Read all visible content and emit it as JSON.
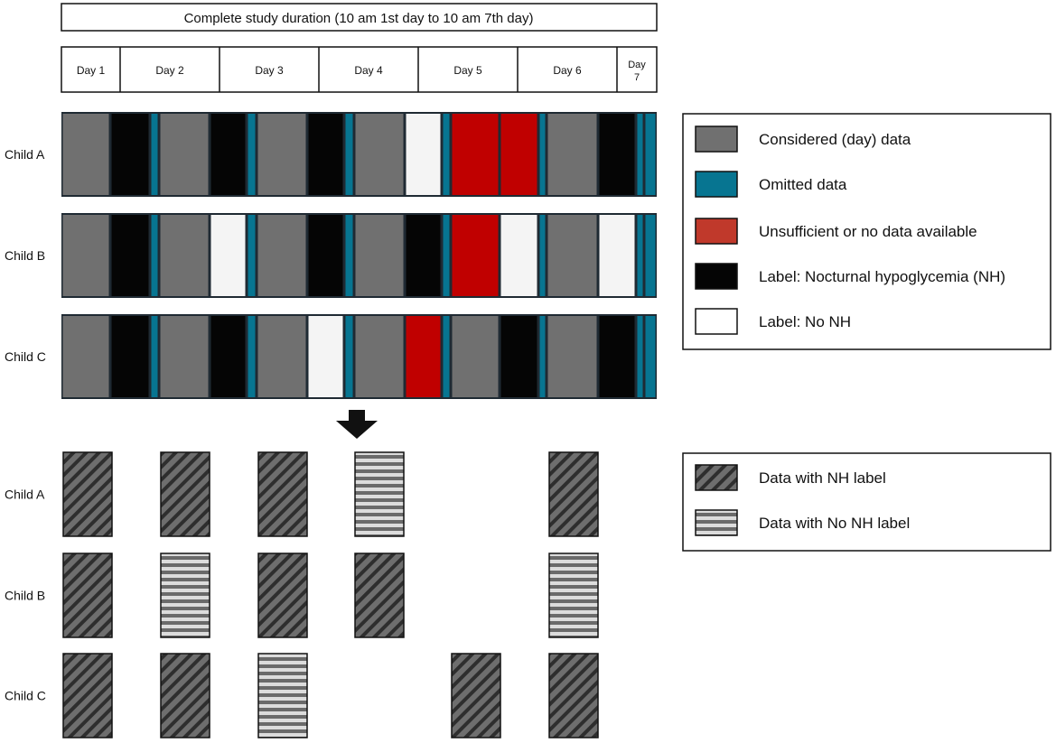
{
  "header": {
    "title": "Complete study duration (10 am 1st day to 10 am 7th day)",
    "days": [
      "Day 1",
      "Day 2",
      "Day 3",
      "Day 4",
      "Day 5",
      "Day 6",
      "Day 7"
    ]
  },
  "children": [
    {
      "name": "Child A",
      "segments": [
        "considered",
        "nh",
        "omitted",
        "considered",
        "nh",
        "omitted",
        "considered",
        "nh",
        "omitted",
        "considered",
        "nonh",
        "omitted",
        "insufficient",
        "insufficient",
        "omitted",
        "considered",
        "nh",
        "omitted",
        "omitted"
      ]
    },
    {
      "name": "Child B",
      "segments": [
        "considered",
        "nh",
        "omitted",
        "considered",
        "nonh",
        "omitted",
        "considered",
        "nh",
        "omitted",
        "considered",
        "nh",
        "omitted",
        "insufficient",
        "nonh",
        "omitted",
        "considered",
        "nonh",
        "omitted",
        "omitted"
      ]
    },
    {
      "name": "Child C",
      "segments": [
        "considered",
        "nh",
        "omitted",
        "considered",
        "nh",
        "omitted",
        "considered",
        "nonh",
        "omitted",
        "considered",
        "insufficient",
        "omitted",
        "considered",
        "nh",
        "omitted",
        "considered",
        "nh",
        "omitted",
        "omitted"
      ]
    }
  ],
  "samples": [
    {
      "name": "Child A",
      "cells": [
        "nh",
        "nh",
        "nh",
        "nonh",
        null,
        "nh"
      ]
    },
    {
      "name": "Child B",
      "cells": [
        "nh",
        "nonh",
        "nh",
        "nh",
        null,
        "nonh"
      ]
    },
    {
      "name": "Child C",
      "cells": [
        "nh",
        "nh",
        "nonh",
        null,
        "nh",
        "nh"
      ]
    }
  ],
  "legend_top": [
    {
      "key": "considered",
      "label": "Considered (day) data"
    },
    {
      "key": "omitted",
      "label": "Omitted data"
    },
    {
      "key": "insufficient",
      "label": "Unsufficient or no data available"
    },
    {
      "key": "nh",
      "label": "Label: Nocturnal hypoglycemia (NH)"
    },
    {
      "key": "nonh",
      "label": "Label: No NH"
    }
  ],
  "legend_bottom": [
    {
      "key": "nh",
      "label": "Data with NH label"
    },
    {
      "key": "nonh",
      "label": "Data with No NH label"
    }
  ],
  "colors": {
    "considered": "#707070",
    "omitted": "#077591",
    "insufficient": "#c00000",
    "nh": "#050505",
    "nonh": "#f4f4f4",
    "insufficient_legend": "#c0392b",
    "border": "#1f2a33"
  }
}
